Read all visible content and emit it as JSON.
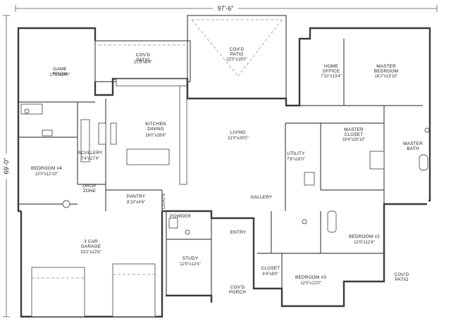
{
  "dimensions": {
    "width_label": "97'-6\"",
    "depth_label": "69'-0\""
  },
  "rooms": [
    {
      "id": "game-room",
      "name": "GAME\nROOM",
      "size": "17'0\"x14'0\""
    },
    {
      "id": "covd-patio-1",
      "name": "COV'D\nPATIO",
      "size": "21'8\"x8'4\""
    },
    {
      "id": "covd-patio-2",
      "name": "COV'D\nPATIO",
      "size": "22'0\"x19'0\""
    },
    {
      "id": "home-office",
      "name": "HOME\nOFFICE",
      "size": "7'10\"x13'4\""
    },
    {
      "id": "master-bedroom",
      "name": "MASTER\nBEDROOM",
      "size": "18'2\"x13'10\""
    },
    {
      "id": "kitchen-dining",
      "name": "KITCHEN\nDINING",
      "size": "16'0\"x28'8\""
    },
    {
      "id": "living",
      "name": "LIVING",
      "size": "21'0\"x20'0\""
    },
    {
      "id": "master-closet",
      "name": "MASTER\nCLOSET",
      "size": "16'4\"x20'10\""
    },
    {
      "id": "master-bath",
      "name": "MASTER\nBATH",
      "size": ""
    },
    {
      "id": "scullery",
      "name": "SCULLERY",
      "size": "7'4\"x17'4\""
    },
    {
      "id": "utility",
      "name": "UTILITY",
      "size": "7'8\"x16'0\""
    },
    {
      "id": "bedroom-4",
      "name": "BEDROOM #4",
      "size": "12'0\"x12'10\""
    },
    {
      "id": "drop-zone",
      "name": "DROP\nZONE",
      "size": ""
    },
    {
      "id": "pantry",
      "name": "PANTRY",
      "size": "9'10\"x4'6\""
    },
    {
      "id": "coats",
      "name": "COATS",
      "size": ""
    },
    {
      "id": "gallery",
      "name": "GALLERY",
      "size": ""
    },
    {
      "id": "powder",
      "name": "POWDER",
      "size": ""
    },
    {
      "id": "entry",
      "name": "ENTRY",
      "size": ""
    },
    {
      "id": "garage",
      "name": "3 CAR\nGARAGE",
      "size": "33'2\"x22'8\""
    },
    {
      "id": "study",
      "name": "STUDY",
      "size": "12'0\"x12'4\""
    },
    {
      "id": "bedroom-2",
      "name": "BEDROOM #2",
      "size": "12'0\"x12'4\""
    },
    {
      "id": "closet",
      "name": "CLOSET",
      "size": "6'4\"x8'0\""
    },
    {
      "id": "bedroom-3",
      "name": "BEDROOM #3",
      "size": "12'0\"x12'0\""
    },
    {
      "id": "covd-porch",
      "name": "COV'D\nPORCH",
      "size": ""
    },
    {
      "id": "covd-patio-3",
      "name": "COV'D\nPATIO",
      "size": ""
    }
  ]
}
